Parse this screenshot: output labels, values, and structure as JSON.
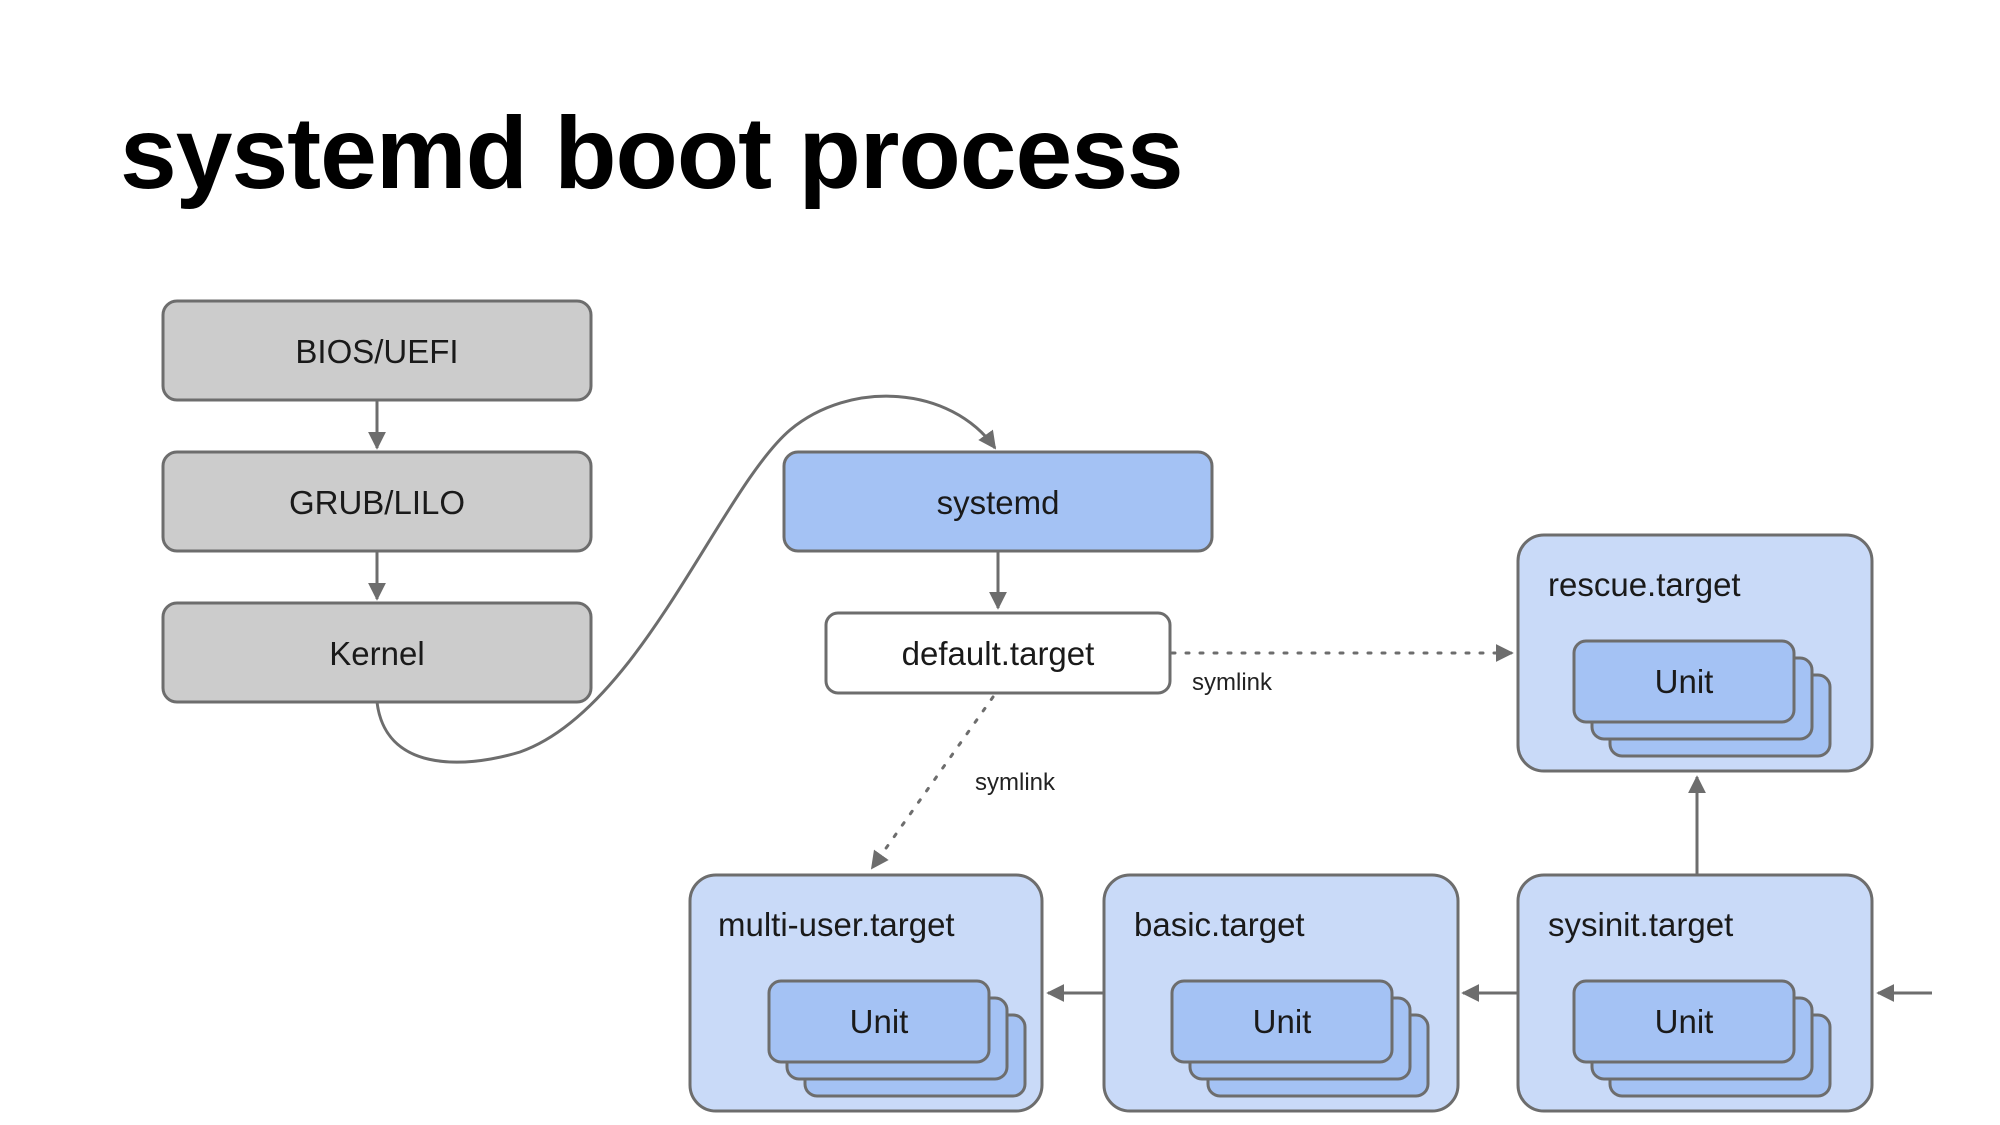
{
  "title": "systemd boot process",
  "colors": {
    "gray_fill": "#cccccc",
    "gray_stroke": "#6d6d6d",
    "systemd_fill": "#a4c2f4",
    "target_fill": "#c9daf8",
    "unit_fill": "#a4c2f4",
    "box_stroke": "#6d6d6d",
    "arrow": "#6d6d6d"
  },
  "nodes": {
    "bios": "BIOS/UEFI",
    "grub": "GRUB/LILO",
    "kernel": "Kernel",
    "systemd": "systemd",
    "default_target": "default.target",
    "rescue_target": "rescue.target",
    "multi_user_target": "multi-user.target",
    "basic_target": "basic.target",
    "sysinit_target": "sysinit.target"
  },
  "unit_label": "Unit",
  "edge_labels": {
    "symlink_rescue": "symlink",
    "symlink_multi_user": "symlink"
  }
}
